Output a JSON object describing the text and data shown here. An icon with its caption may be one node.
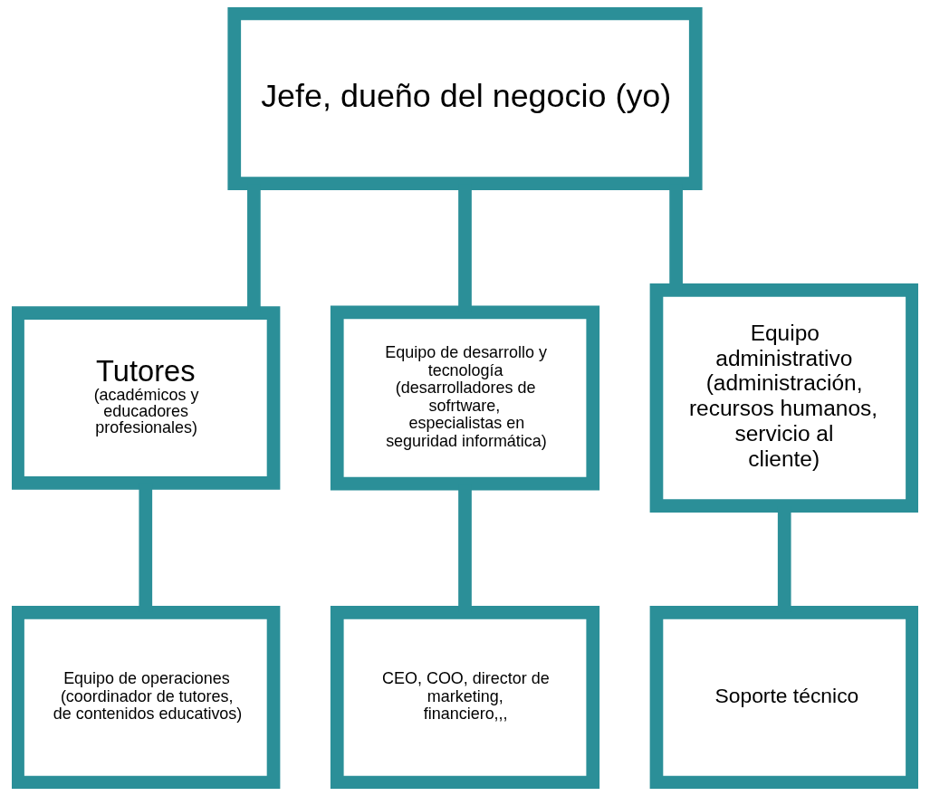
{
  "diagram": {
    "nodes": [
      {
        "text": [
          "Jefe, dueño del negocio (yo)"
        ]
      },
      {
        "text": [
          "Tutores",
          "(académicos y educadores profesionales)"
        ]
      },
      {
        "text": [
          "Equipo de desarrollo y tecnología (desarrolladores de sofrtware, especialistas en seguridad informática)"
        ]
      },
      {
        "text": [
          "Equipo administrativo (administración, recursos humanos, servicio al cliente)"
        ]
      },
      {
        "text": [
          "Equipo de operaciones (coordinador de tutores, de contenidos educativos)"
        ]
      },
      {
        "text": [
          "CEO, COO, director de marketing, financiero,,,"
        ]
      },
      {
        "text": [
          "Soporte técnico"
        ]
      }
    ],
    "edges": [
      {
        "from": 0,
        "to": 1,
        "arrow": "none"
      },
      {
        "from": 0,
        "to": 2,
        "arrow": "none"
      },
      {
        "from": 0,
        "to": 3,
        "arrow": "none"
      },
      {
        "from": 1,
        "to": 4,
        "arrow": "none"
      },
      {
        "from": 2,
        "to": 5,
        "arrow": "none"
      },
      {
        "from": 3,
        "to": 6,
        "arrow": "none"
      }
    ]
  }
}
